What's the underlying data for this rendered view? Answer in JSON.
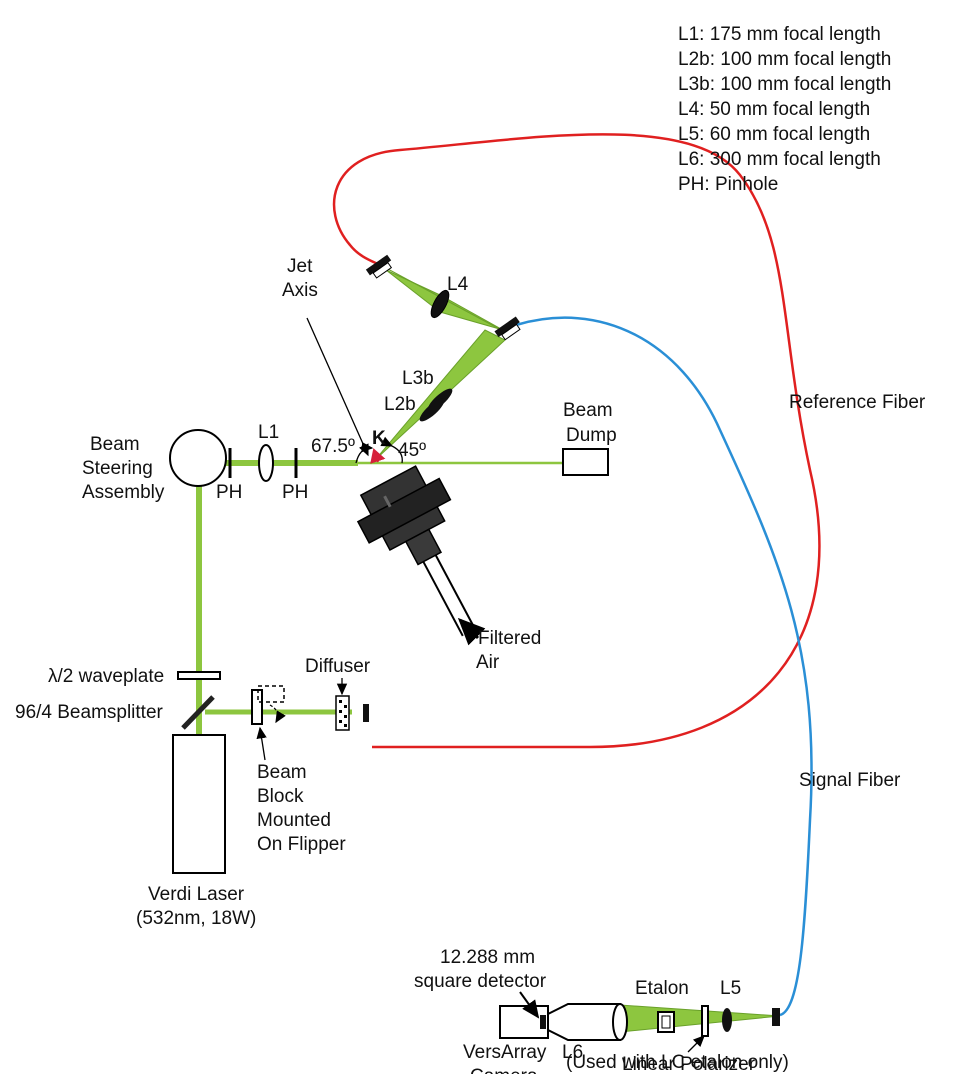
{
  "legend": [
    "L1:  175 mm focal length",
    "L2b:  100 mm focal length",
    "L3b:  100 mm focal length",
    "L4:  50 mm focal length",
    "L5:  60 mm focal length",
    "L6:  300 mm focal length",
    "PH: Pinhole"
  ],
  "labels": {
    "jet_axis": [
      "Jet",
      "Axis"
    ],
    "l4": "L4",
    "l3b": "L3b",
    "l2b": "L2b",
    "l1": "L1",
    "k": "K",
    "angle_left": "67.5º",
    "angle_right": "45º",
    "beam_dump": [
      "Beam",
      "Dump"
    ],
    "beam_steering": [
      "Beam",
      "Steering",
      "Assembly"
    ],
    "ph_left": "PH",
    "ph_right": "PH",
    "filtered_air": [
      "Filtered",
      "Air"
    ],
    "reference_fiber": "Reference Fiber",
    "signal_fiber": "Signal Fiber",
    "waveplate": "λ/2 waveplate",
    "beamsplitter": "96/4 Beamsplitter",
    "diffuser": "Diffuser",
    "beam_block": [
      "Beam",
      "Block",
      "Mounted",
      "On Flipper"
    ],
    "verdi": [
      "Verdi Laser",
      "(532nm, 18W)"
    ],
    "detector": [
      "12.288 mm",
      "square detector"
    ],
    "camera": [
      "VersArray",
      "Camera"
    ],
    "l6": "L6",
    "etalon": "Etalon",
    "l5": "L5",
    "polarizer": [
      "Linear Polarizer",
      "(Used with LC etalon only)"
    ]
  },
  "colors": {
    "beam": "#8dc63f",
    "beam_dark": "#6aa12a",
    "reference_fiber": "#e02020",
    "signal_fiber": "#2a8fd6",
    "k_vector": "#d61f3a"
  }
}
